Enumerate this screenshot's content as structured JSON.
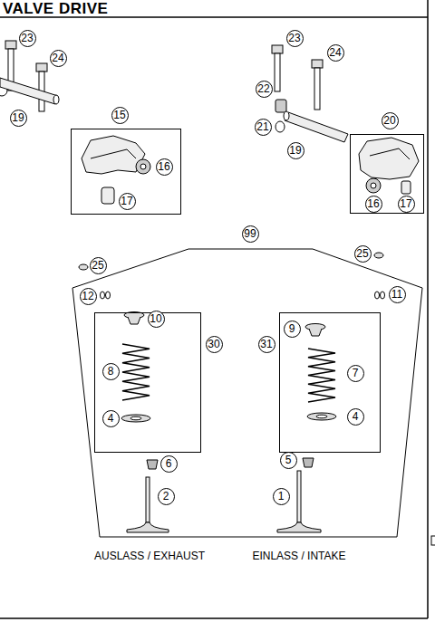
{
  "diagram": {
    "title": "VALVE DRIVE",
    "nodes": [
      {
        "text": [
          "15",
          "16",
          "17"
        ]
      },
      {
        "text": [
          "20",
          "16",
          "17"
        ]
      },
      {
        "text": [
          "99",
          "12",
          "11",
          "6",
          "5",
          "2",
          "1"
        ]
      },
      {
        "text": [
          "30",
          "10",
          "8",
          "4"
        ],
        "in": 2
      },
      {
        "text": [
          "31",
          "9",
          "7",
          "4"
        ],
        "in": 2
      }
    ],
    "edges": [],
    "labels": [
      "23",
      "24",
      "23",
      "24",
      "22",
      "21",
      "19",
      "19",
      "25",
      "25",
      "AUSLASS / EXHAUST",
      "EINLASS / INTAKE"
    ]
  }
}
